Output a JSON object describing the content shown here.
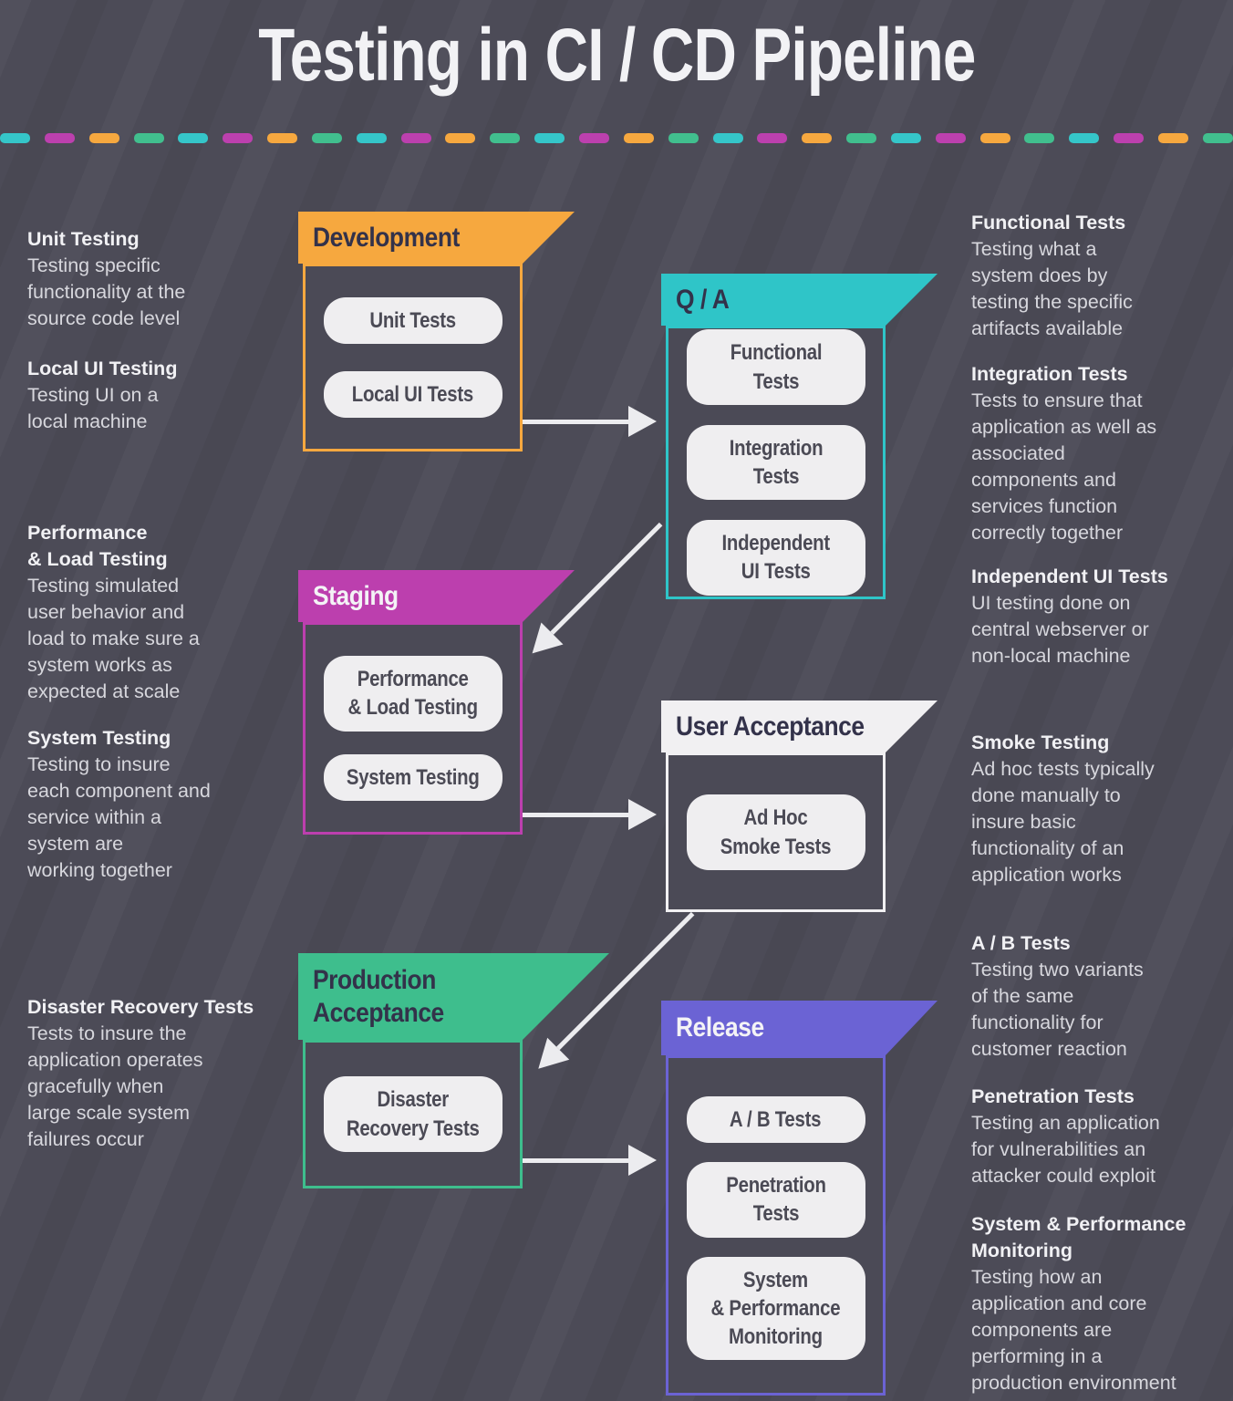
{
  "title": "Testing in CI / CD Pipeline",
  "divider": {
    "count": 28,
    "colors": [
      "#35c6c9",
      "#bc40ae",
      "#f6a83f",
      "#41bf8e"
    ]
  },
  "stages": [
    {
      "label": "Development",
      "color": "#f6a83f",
      "pills": [
        "Unit Tests",
        "Local UI Tests"
      ]
    },
    {
      "label": "Q / A",
      "color": "#2fc5c8",
      "pills": [
        "Functional Tests",
        "Integration Tests",
        "Independent\nUI Tests"
      ]
    },
    {
      "label": "Staging",
      "color": "#bc3fae",
      "pills": [
        "Performance\n& Load Testing",
        "System Testing"
      ]
    },
    {
      "label": "User Acceptance",
      "color": "#f1f0f2",
      "pills": [
        "Ad Hoc\nSmoke Tests"
      ]
    },
    {
      "label": "Production\nAcceptance",
      "color": "#3ebe8d",
      "pills": [
        "Disaster\nRecovery Tests"
      ]
    },
    {
      "label": "Release",
      "color": "#6b63d4",
      "pills": [
        "A / B Tests",
        "Penetration Tests",
        "System\n& Performance\nMonitoring"
      ]
    }
  ],
  "left_notes": [
    {
      "title": "Unit Testing",
      "body": "Testing specific\nfunctionality at the\nsource code level"
    },
    {
      "title": "Local UI Testing",
      "body": "Testing UI on a\nlocal machine"
    },
    {
      "title": "Performance\n& Load Testing",
      "body": "Testing simulated\nuser behavior and\nload to make sure a\nsystem works as\nexpected at scale"
    },
    {
      "title": "System Testing",
      "body": "Testing to insure\neach component and\nservice within a\nsystem are\nworking together"
    },
    {
      "title": "Disaster Recovery Tests",
      "body": "Tests to insure the\napplication operates\ngracefully when\nlarge scale system\nfailures occur"
    }
  ],
  "right_notes": [
    {
      "title": "Functional Tests",
      "body": "Testing what a\nsystem does by\ntesting the specific\nartifacts available"
    },
    {
      "title": "Integration Tests",
      "body": "Tests to ensure that\napplication as well as\nassociated\ncomponents and\nservices function\ncorrectly together"
    },
    {
      "title": "Independent UI Tests",
      "body": "UI testing done on\ncentral webserver or\nnon-local machine"
    },
    {
      "title": "Smoke Testing",
      "body": "Ad hoc tests typically\ndone manually to\ninsure basic\nfunctionality of an\napplication works"
    },
    {
      "title": "A / B Tests",
      "body": "Testing two variants\nof the same\nfunctionality for\ncustomer reaction"
    },
    {
      "title": "Penetration Tests",
      "body": "Testing an application\nfor vulnerabilities an\nattacker could exploit"
    },
    {
      "title": "System & Performance\nMonitoring",
      "body": "Testing how an\napplication and core\ncomponents are\nperforming in a\nproduction environment"
    }
  ]
}
